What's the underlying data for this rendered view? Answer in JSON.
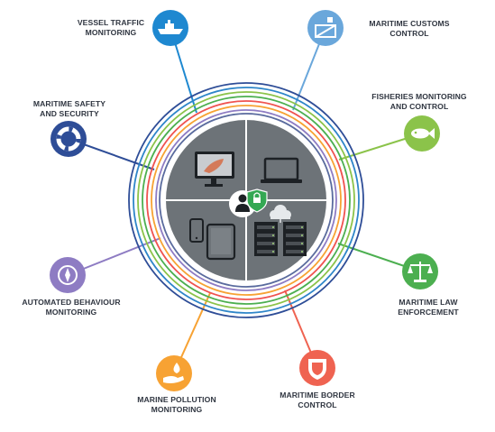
{
  "diagram": {
    "center_icons": [
      "laptop-icon",
      "monitor-icon",
      "tablet-icon",
      "phone-icon",
      "server-rack-icon",
      "cloud-icon",
      "user-icon",
      "shield-lock-icon"
    ],
    "ring_colors": [
      "#2e4d97",
      "#2f86c9",
      "#8bc34a",
      "#4caf50",
      "#ef5350",
      "#f7a233",
      "#8e7cc3",
      "#5a6b9e"
    ],
    "hub_color": "#6d7378",
    "nodes": [
      {
        "id": "vessel",
        "line1": "VESSEL TRAFFIC",
        "line2": "MONITORING",
        "color": "#1e88d0",
        "icon": "ship-icon"
      },
      {
        "id": "customs",
        "line1": "MARITIME CUSTOMS",
        "line2": "CONTROL",
        "color": "#6aa7db",
        "icon": "customs-crate-icon"
      },
      {
        "id": "fisheries",
        "line1": "FISHERIES MONITORING",
        "line2": "AND CONTROL",
        "color": "#8bc34a",
        "icon": "fish-icon"
      },
      {
        "id": "law",
        "line1": "MARITIME LAW",
        "line2": "ENFORCEMENT",
        "color": "#4caf50",
        "icon": "scales-icon"
      },
      {
        "id": "border",
        "line1": "MARITIME BORDER",
        "line2": "CONTROL",
        "color": "#ef6351",
        "icon": "shield-icon"
      },
      {
        "id": "pollution",
        "line1": "MARINE POLLUTION",
        "line2": "MONITORING",
        "color": "#f7a233",
        "icon": "hand-drop-icon"
      },
      {
        "id": "behaviour",
        "line1": "AUTOMATED BEHAVIOUR",
        "line2": "MONITORING",
        "color": "#8e7cc3",
        "icon": "compass-icon"
      },
      {
        "id": "safety",
        "line1": "MARITIME SAFETY",
        "line2": "AND SECURITY",
        "color": "#2e4d97",
        "icon": "lifebuoy-icon"
      }
    ]
  }
}
